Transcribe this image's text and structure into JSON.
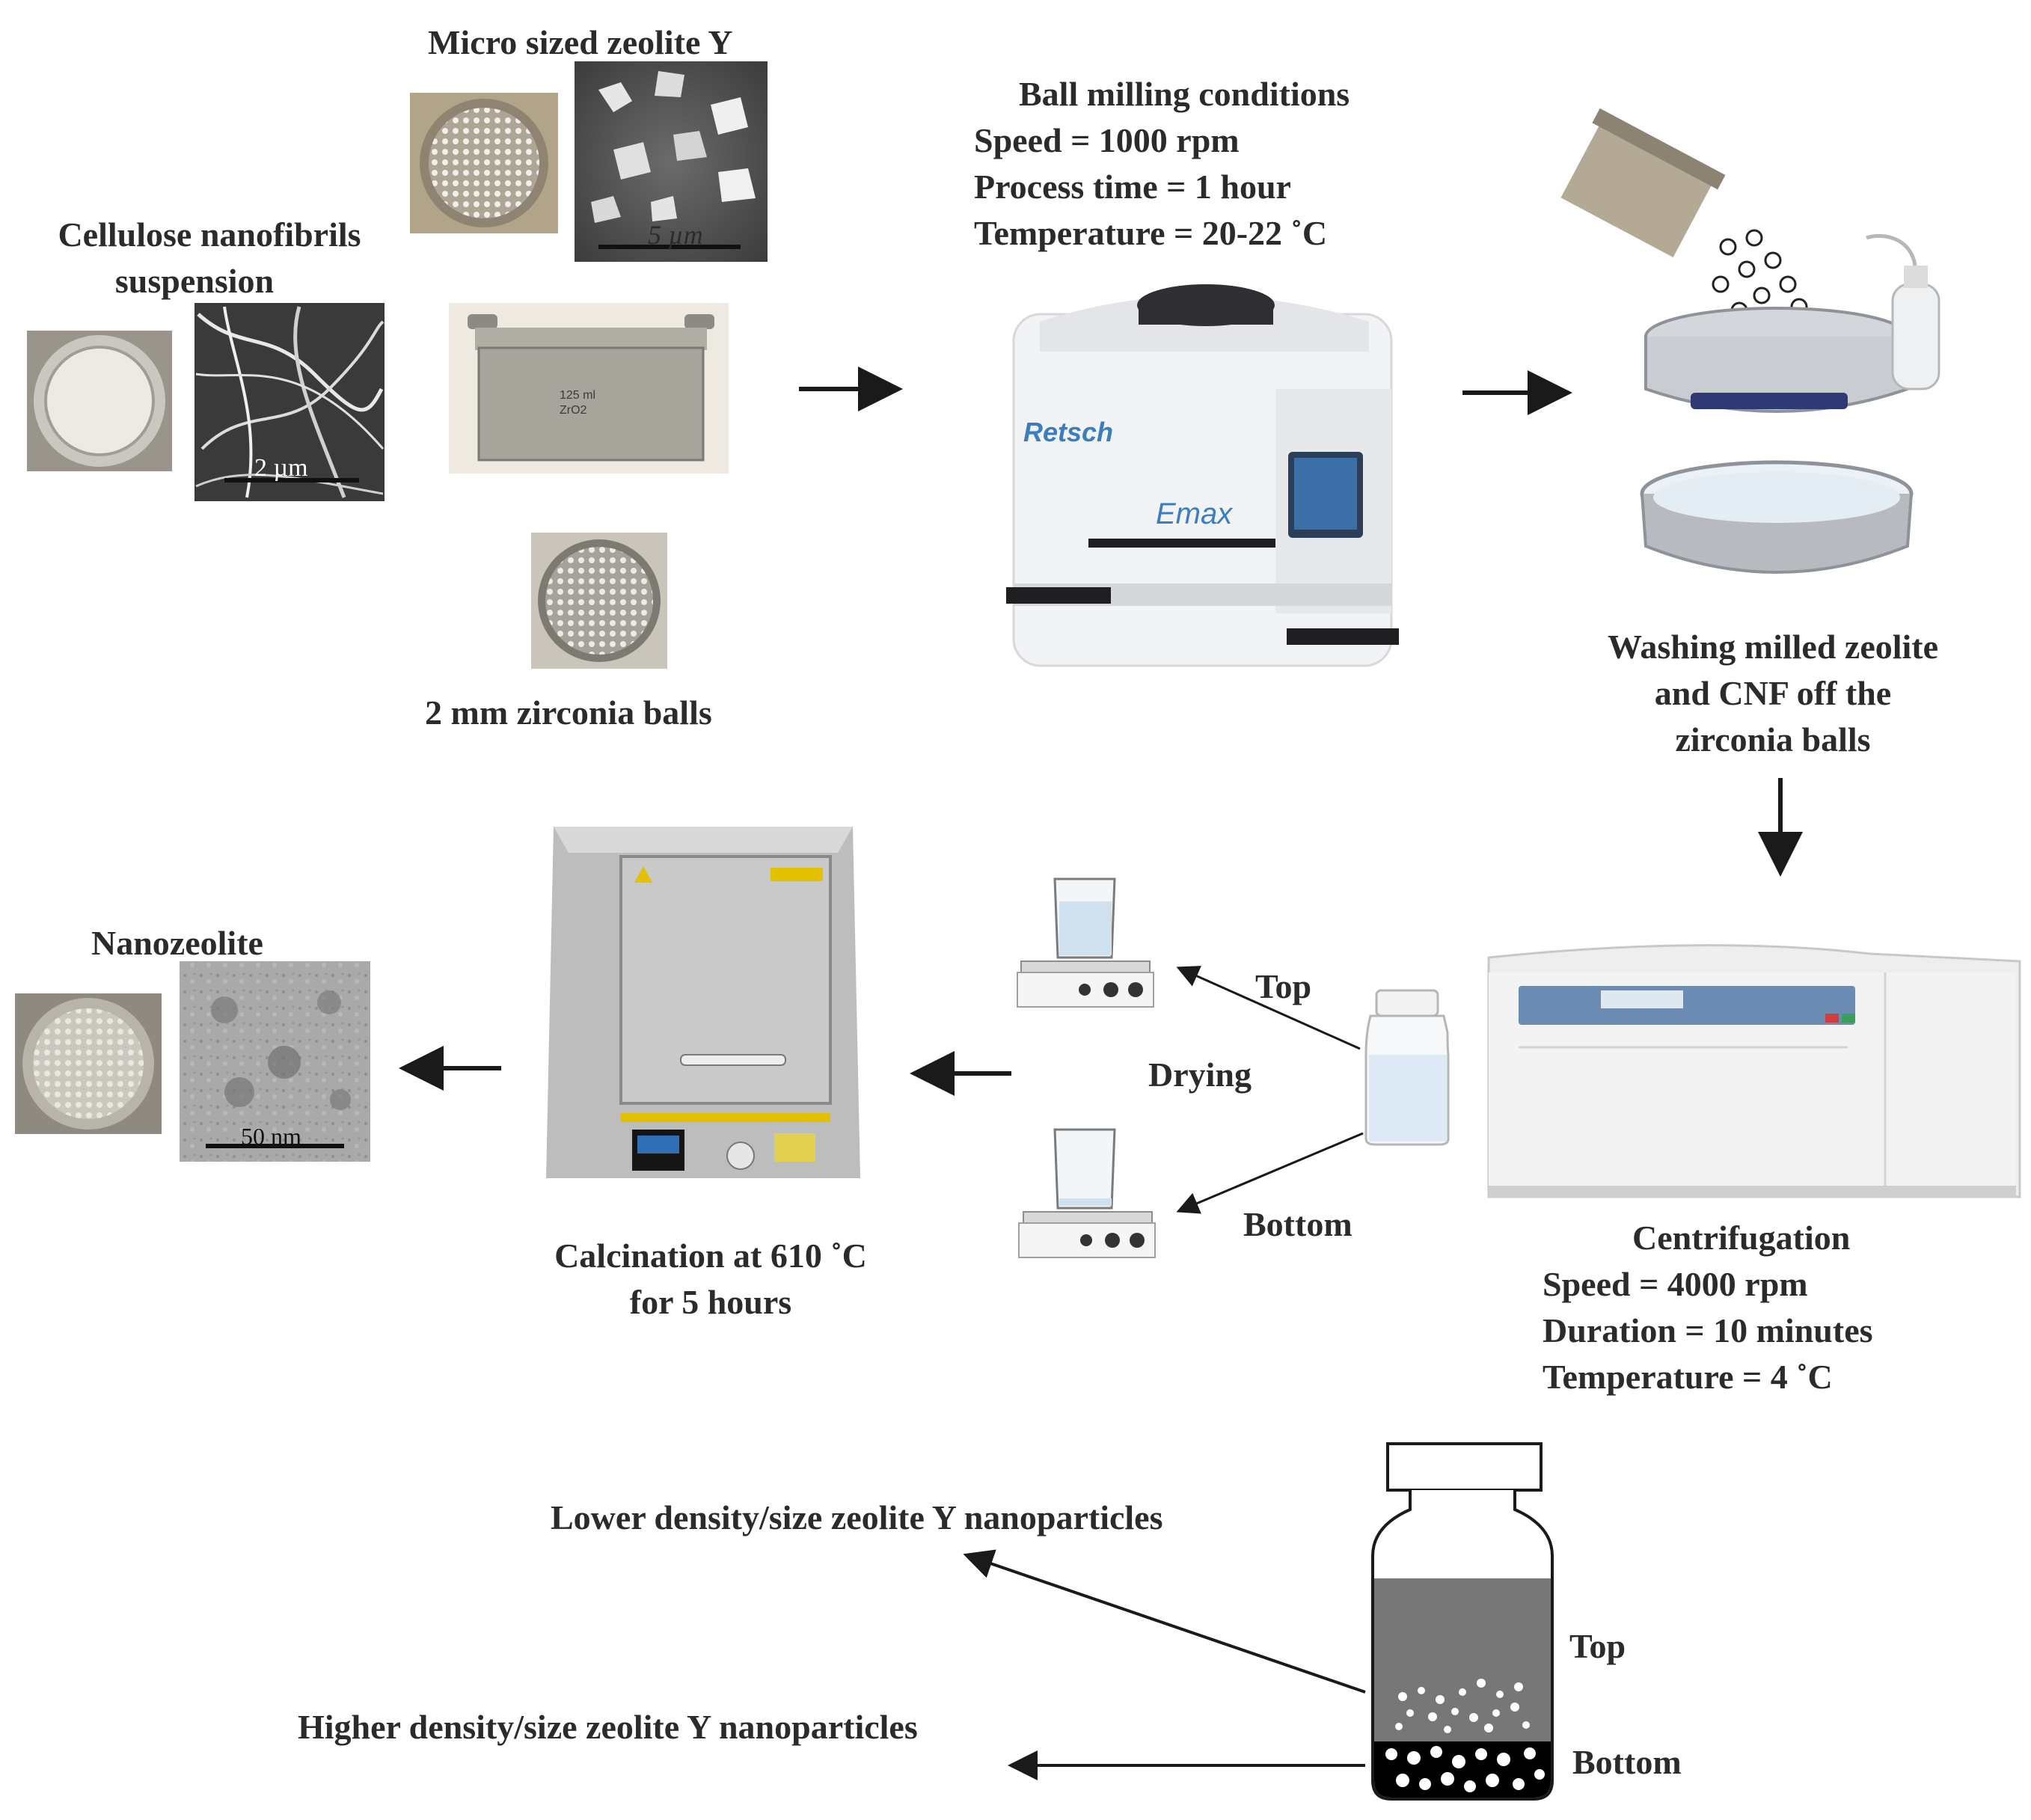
{
  "micro_zeolite": {
    "title": "Micro sized zeolite Y",
    "scale": "5 µm"
  },
  "cnf": {
    "title_line1": "Cellulose nanofibrils",
    "title_line2": "suspension",
    "scale": "2 µm"
  },
  "jar": {
    "label_line1": "125 ml",
    "label_line2": "ZrO2"
  },
  "balls": {
    "label": "2 mm zirconia balls"
  },
  "ball_milling": {
    "title": "Ball milling conditions",
    "speed": "Speed = 1000 rpm",
    "time": "Process time = 1 hour",
    "temperature": "Temperature = 20-22 ˚C",
    "brand": "Retsch",
    "model": "Emax"
  },
  "washing": {
    "line1": "Washing milled zeolite",
    "line2": "and CNF off the",
    "line3": "zirconia balls"
  },
  "centrifugation": {
    "title": "Centrifugation",
    "speed": "Speed = 4000 rpm",
    "duration": "Duration = 10 minutes",
    "temperature": "Temperature = 4 ˚C"
  },
  "drying": {
    "label": "Drying",
    "top": "Top",
    "bottom": "Bottom"
  },
  "calcination": {
    "line1": "Calcination at 610 ˚C",
    "line2": "for 5 hours"
  },
  "nanozeolite": {
    "title": "Nanozeolite",
    "scale": "50 nm"
  },
  "separation": {
    "lower": "Lower density/size zeolite Y nanoparticles",
    "higher": "Higher density/size zeolite Y nanoparticles",
    "top": "Top",
    "bottom": "Bottom"
  },
  "colors": {
    "text": "#2b2b2b",
    "arrow": "#1a1a1a",
    "liquid": "#777777",
    "sediment": "#000000"
  }
}
